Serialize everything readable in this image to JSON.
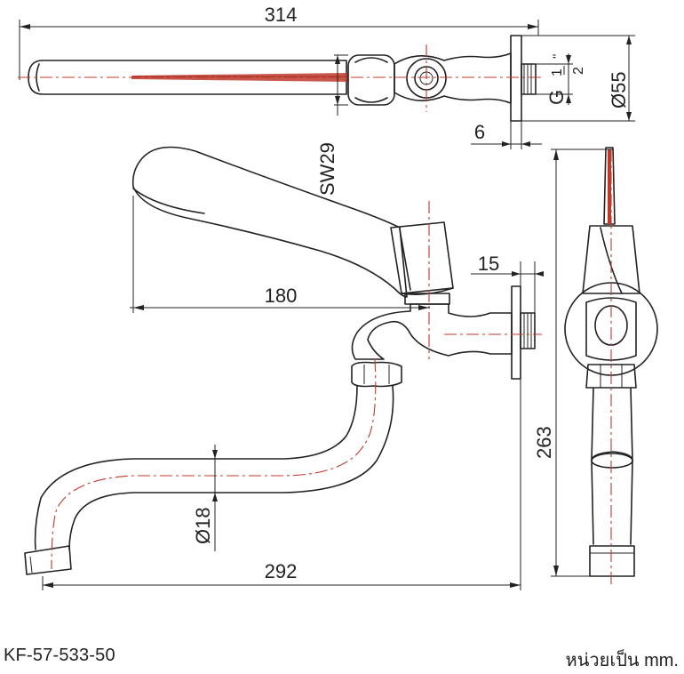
{
  "drawing": {
    "dimensions": {
      "overall_length_top": "314",
      "thread": "G",
      "thread_fraction_num": "1",
      "thread_fraction_den": "2",
      "thread_inch_mark": "''",
      "flange_diameter": "Ø55",
      "flange_thickness": "6",
      "wrench_size": "SW29",
      "handle_length": "180",
      "inlet_length": "15",
      "spout_diameter": "Ø18",
      "spout_reach": "292",
      "total_height": "263"
    },
    "product_code": "KF-57-533-50",
    "unit_note": "หน่วยเป็น mm."
  }
}
